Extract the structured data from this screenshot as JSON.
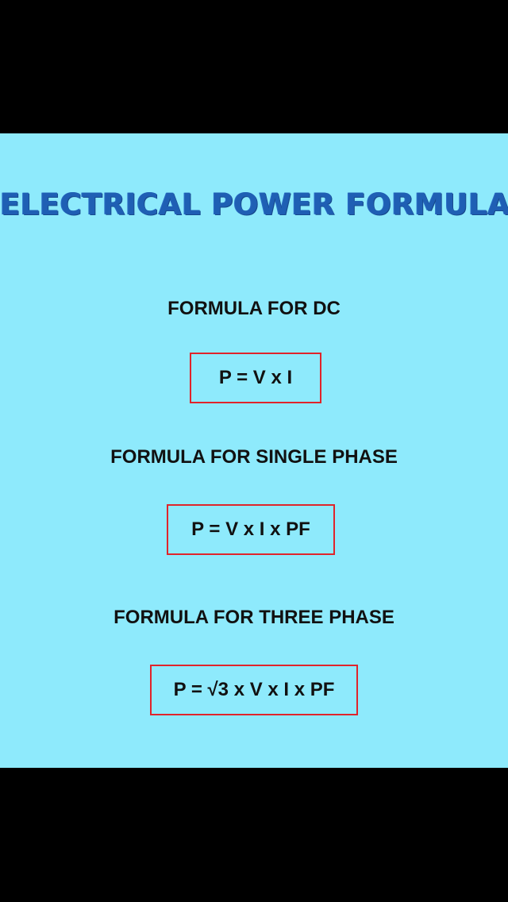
{
  "title": "ELECTRICAL POWER FORMULA",
  "sections": [
    {
      "heading": "FORMULA FOR DC",
      "formula": "P = V x I"
    },
    {
      "heading": "FORMULA FOR SINGLE PHASE",
      "formula": "P = V x I x PF"
    },
    {
      "heading": "FORMULA FOR THREE PHASE",
      "formula": "P = √3 x V x I x PF"
    }
  ],
  "colors": {
    "background": "#8eeafc",
    "title": "#1f5fb4",
    "box_border": "#e0242a",
    "text": "#111111",
    "letterbox": "#000000"
  }
}
